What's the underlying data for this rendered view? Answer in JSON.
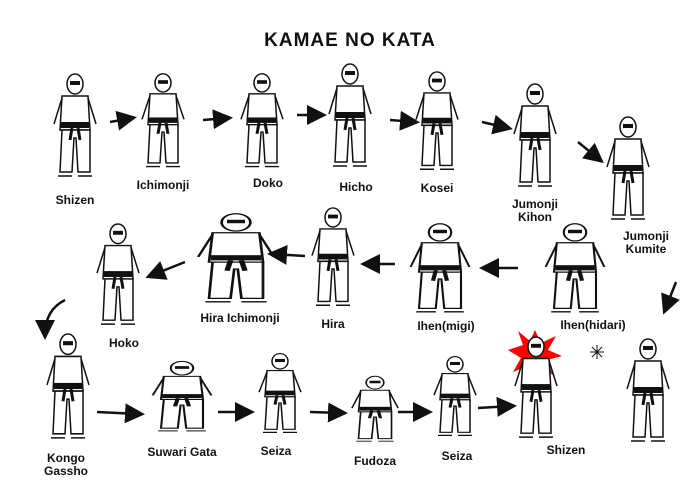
{
  "title": "KAMAE NO KATA",
  "row1": [
    {
      "label": "Shizen"
    },
    {
      "label": "Ichimonji"
    },
    {
      "label": "Doko"
    },
    {
      "label": "Hicho"
    },
    {
      "label": "Kosei"
    },
    {
      "label": "Jumonji",
      "label2": "Kihon"
    },
    {
      "label": "Jumonji",
      "label2": "Kumite"
    }
  ],
  "row2": [
    {
      "label": "Ihen(hidari)"
    },
    {
      "label": "Ihen(migi)"
    },
    {
      "label": "Hira"
    },
    {
      "label": "Hira Ichimonji"
    },
    {
      "label": "Hoko"
    }
  ],
  "row3": [
    {
      "label": "Kongo",
      "label2": "Gassho"
    },
    {
      "label": "Suwari Gata"
    },
    {
      "label": "Seiza"
    },
    {
      "label": "Fudoza"
    },
    {
      "label": "Seiza"
    },
    {
      "label": "Shizen"
    }
  ],
  "colors": {
    "burst": "#ff0000",
    "ink": "#111111"
  }
}
